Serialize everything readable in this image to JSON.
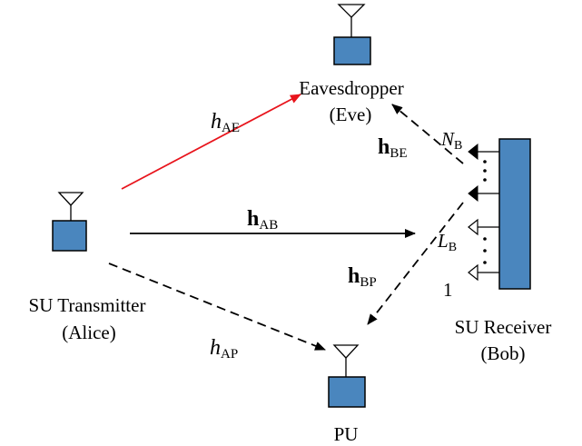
{
  "nodes": {
    "alice": {
      "line1": "SU Transmitter",
      "line2": "(Alice)"
    },
    "eve": {
      "line1": "Eavesdropper",
      "line2": "(Eve)"
    },
    "pu": {
      "label": "PU"
    },
    "bob": {
      "line1": "SU Receiver",
      "line2": "(Bob)"
    }
  },
  "channels": {
    "h_AE": {
      "main": "h",
      "sub": "AE",
      "style": "solid",
      "color": "#e8141c"
    },
    "h_AB": {
      "main": "h",
      "sub": "AB",
      "style": "solid",
      "color": "#000000"
    },
    "h_AP": {
      "main": "h",
      "sub": "AP",
      "style": "dashed",
      "color": "#000000"
    },
    "h_BE": {
      "main": "h",
      "sub": "BE",
      "style": "dashed",
      "color": "#000000"
    },
    "h_BP": {
      "main": "h",
      "sub": "BP",
      "style": "dashed",
      "color": "#000000"
    }
  },
  "bob_antennas": {
    "top": {
      "main": "N",
      "sub": "B"
    },
    "mid": {
      "main": "L",
      "sub": "B"
    },
    "bottom": "1",
    "dots": "⋮"
  },
  "colors": {
    "node_fill": "#4a86be",
    "red_link": "#e8141c"
  }
}
